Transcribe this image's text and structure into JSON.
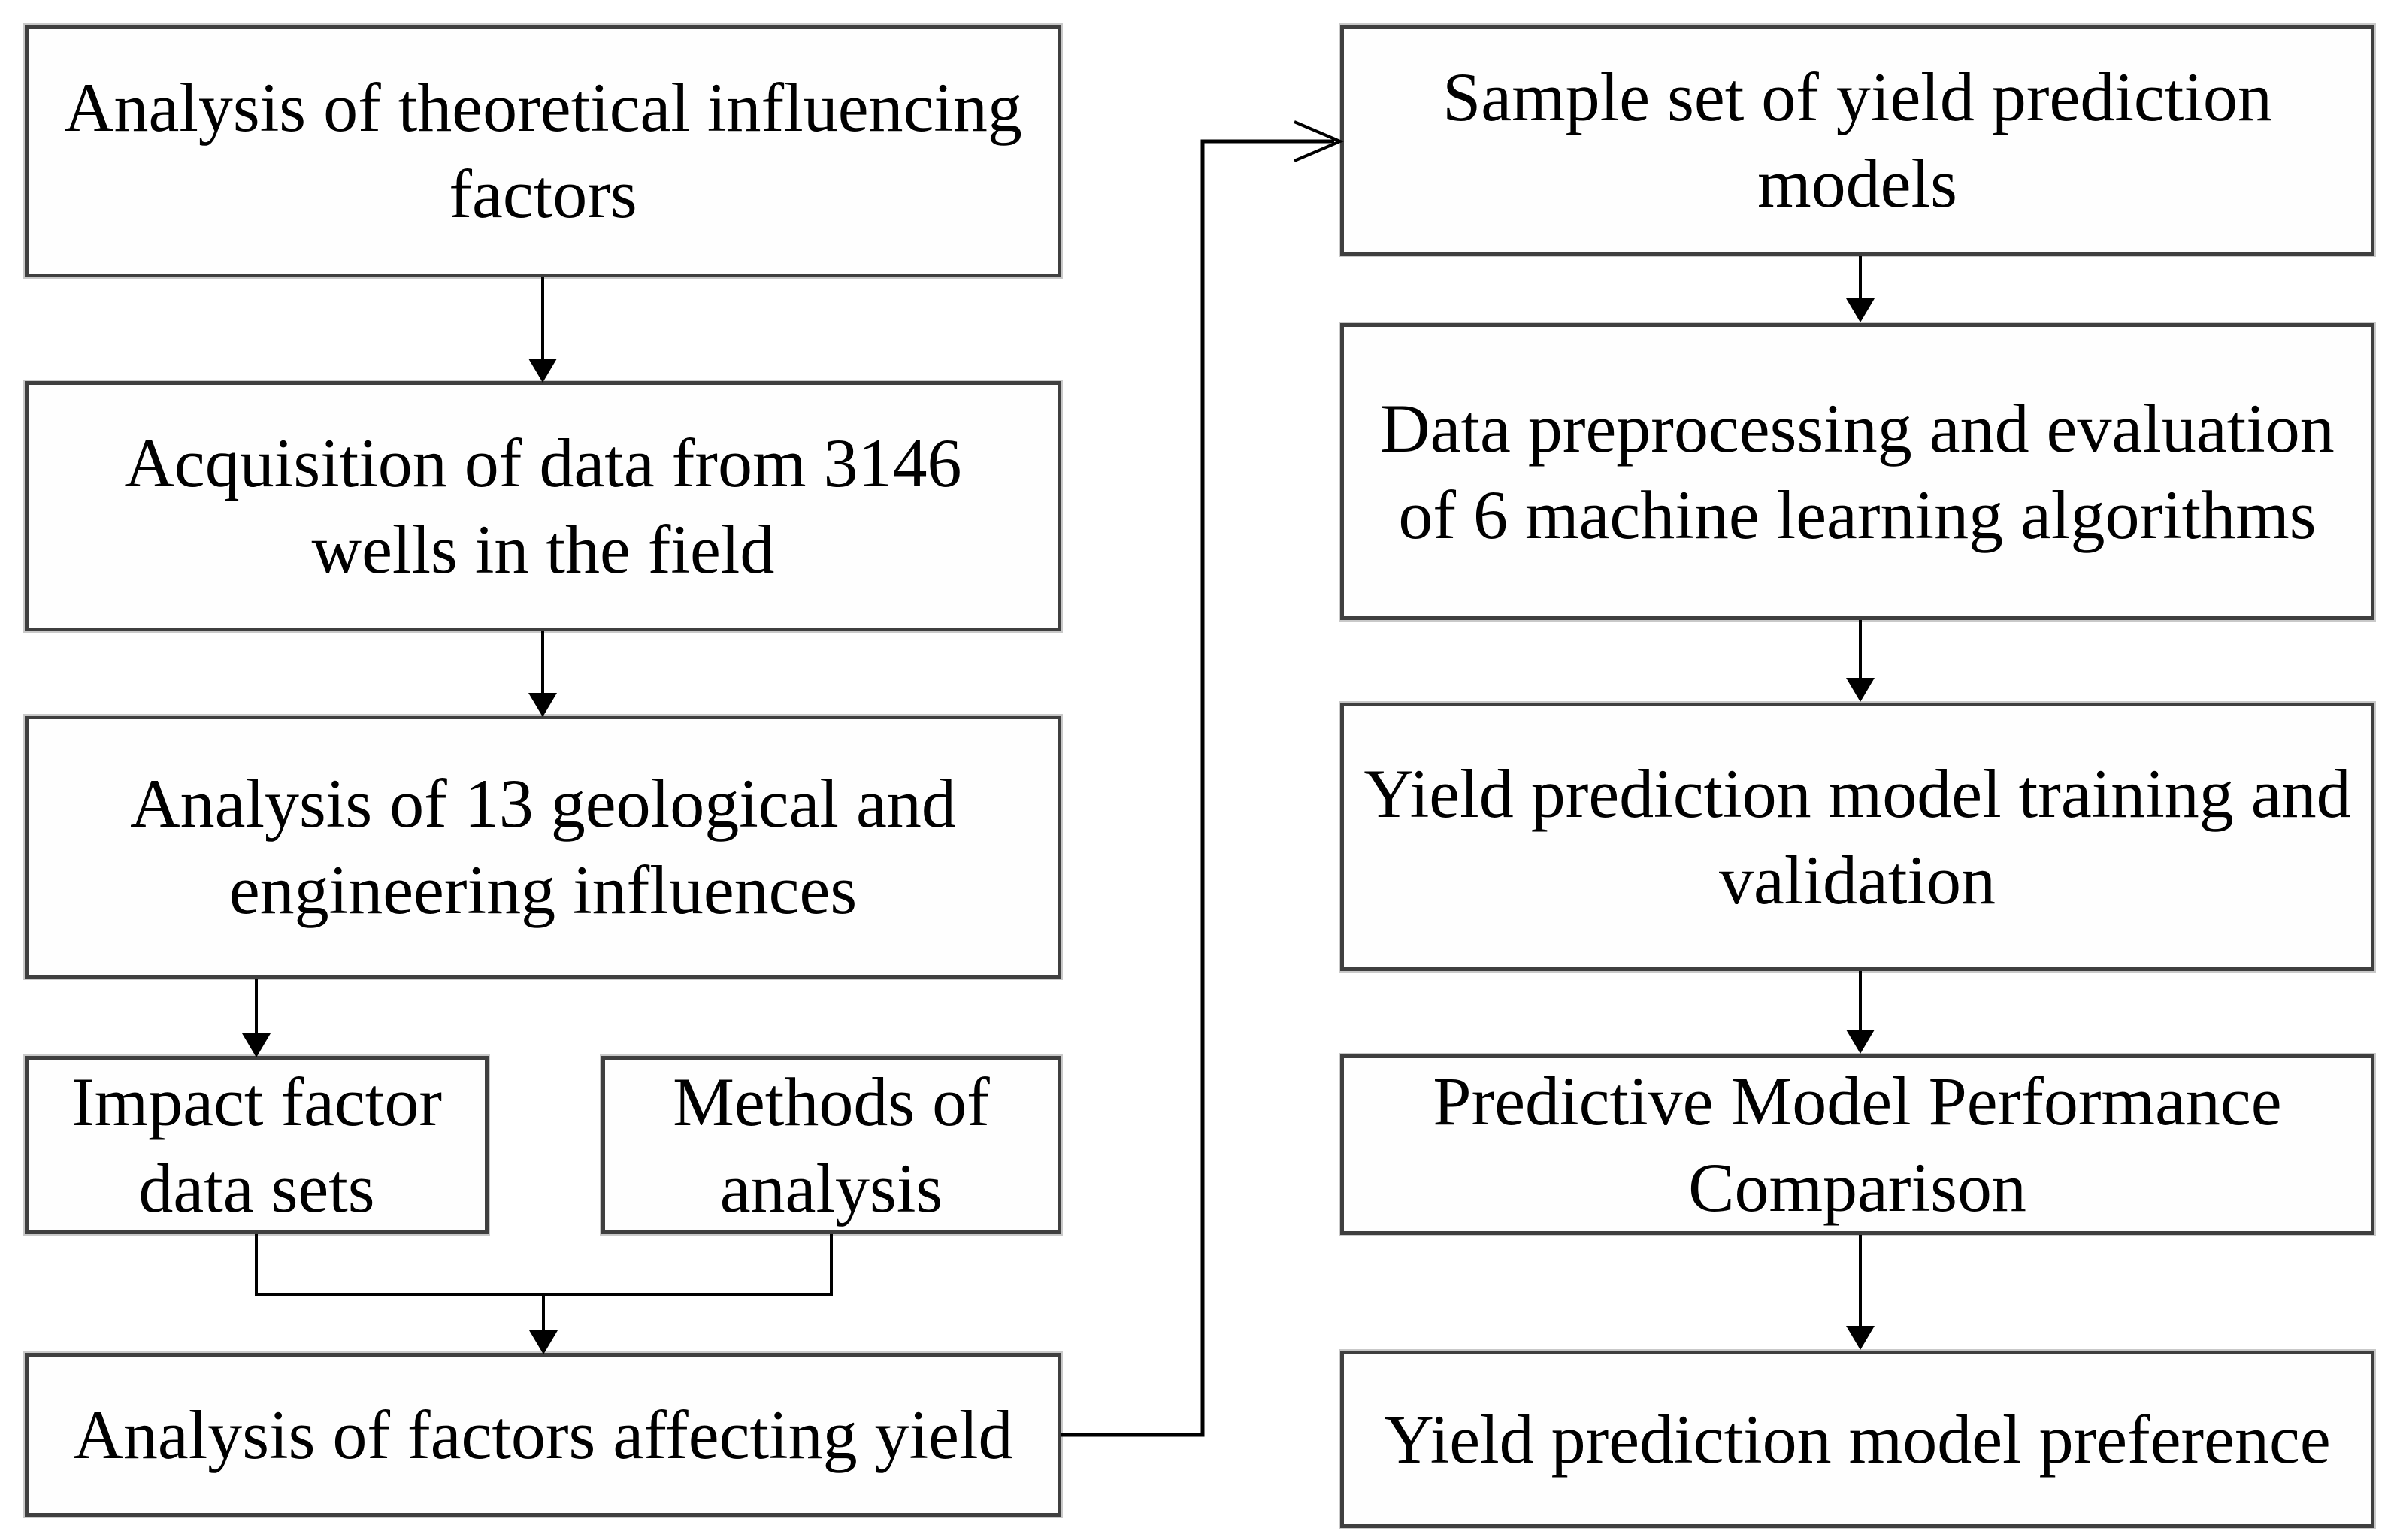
{
  "diagram": {
    "title": "Yield prediction modeling workflow flowchart",
    "colors": {
      "background": "#ffffff",
      "box_fill": "#fefefe",
      "box_border": "#3f3f3f",
      "line": "#000000",
      "text": "#000000"
    },
    "boxes": {
      "l1": "Analysis of theoretical influencing\nfactors",
      "l2": "Acquisition of data from 3146\nwells in the field",
      "l3": "Analysis of 13 geological and\nengineering influences",
      "l4a": "Impact factor\ndata sets",
      "l4b": "Methods of\nanalysis",
      "l5": "Analysis of factors affecting yield",
      "r1": "Sample set of yield prediction\nmodels",
      "r2": "Data preprocessing and evaluation\nof 6 machine learning algorithms",
      "r3": "Yield prediction model training and\nvalidation",
      "r4": "Predictive Model Performance\nComparison",
      "r5": "Yield prediction model preference"
    }
  }
}
